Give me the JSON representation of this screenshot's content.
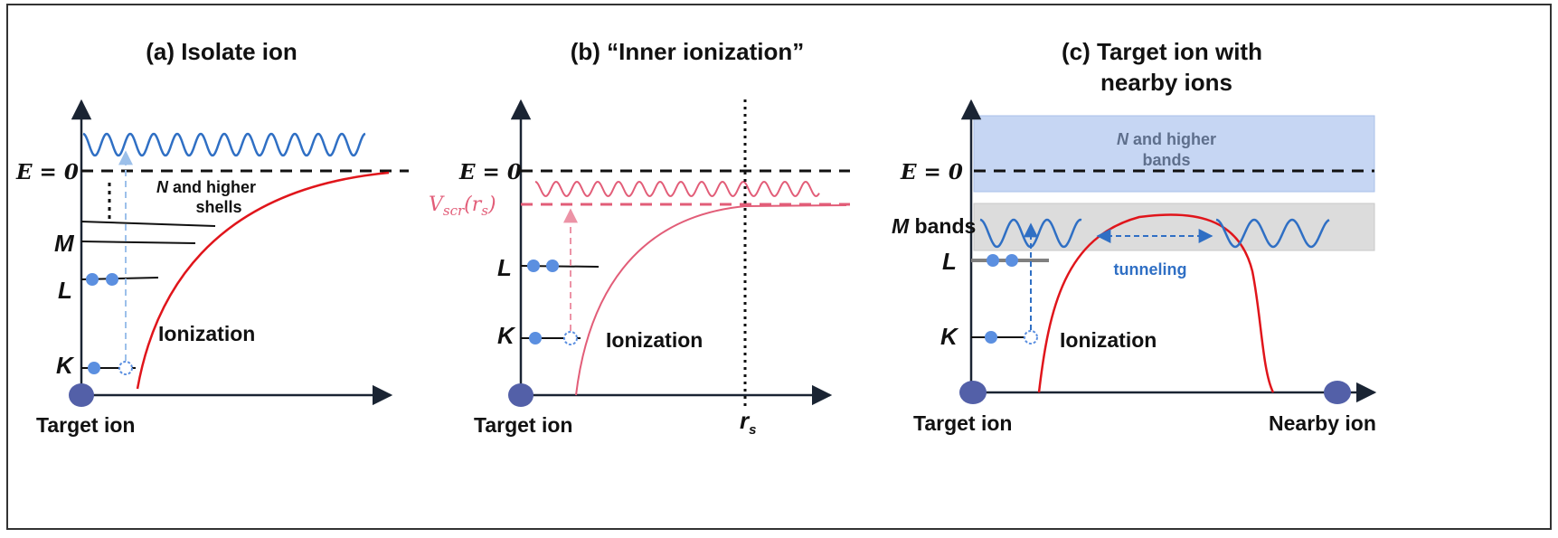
{
  "panel_a": {
    "title": "(a) Isolate ion",
    "e0": "E = 0",
    "level_m": "M",
    "level_l": "L",
    "level_k": "K",
    "shells_n": "N",
    "shells_rest": " and higher",
    "shells_line2": "shells",
    "ionization": "Ionization",
    "target": "Target ion"
  },
  "panel_b": {
    "title": "(b) “Inner ionization”",
    "e0": "E = 0",
    "vscr": "V",
    "vscr_sub": "scr",
    "vscr_arg": "(r",
    "vscr_arg_sub": "s",
    "vscr_close": ")",
    "level_l": "L",
    "level_k": "K",
    "ionization": "Ionization",
    "target": "Target ion",
    "rs": "r",
    "rs_sub": "s"
  },
  "panel_c": {
    "title_line1": "(c) Target ion with",
    "title_line2": "nearby ions",
    "e0": "E = 0",
    "bands_n": "N",
    "bands_rest": " and higher",
    "bands_line2": "bands",
    "m_bands_m": "M",
    "m_bands_rest": " bands",
    "level_l": "L",
    "level_k": "K",
    "tunneling": "tunneling",
    "ionization": "Ionization",
    "target": "Target ion",
    "nearby": "Nearby ion"
  },
  "colors": {
    "wave_blue": "#2f6fc4",
    "electron_blue": "#5b8fe0",
    "ion_navy": "#5360a8",
    "red_curve": "#e0151b",
    "pink": "#e25d78",
    "band_blue": "#c6d6f3",
    "band_gray": "#dcdcdc",
    "tunnel_blue": "#2f6fc4"
  }
}
